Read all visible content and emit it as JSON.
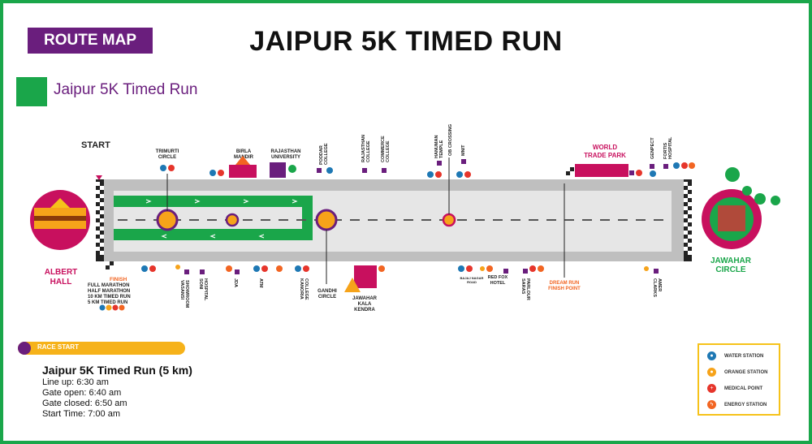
{
  "header": {
    "badge": "ROUTE MAP",
    "title": "JAIPUR 5K TIMED RUN"
  },
  "legend": {
    "label": "Jaipur 5K Timed Run",
    "color": "#1aa64a"
  },
  "colors": {
    "purple": "#6a1e7d",
    "green": "#1aa64a",
    "road": "#bfbfbf",
    "roadInner": "#e6e6e6",
    "magenta": "#c8105e",
    "marker": "#f6a31a",
    "orange": "#f26522"
  },
  "map": {
    "start": "START",
    "albert": [
      "ALBERT",
      "HALL"
    ],
    "jawahar": [
      "JAWAHAR",
      "CIRCLE"
    ],
    "finish": {
      "title": "FINISH",
      "lines": [
        "FULL MARATHON",
        "HALF MARATHON",
        "10 KM TIMED RUN",
        "5 KM TIMED RUN"
      ]
    },
    "dream": [
      "DREAM RUN",
      "FINISH POINT"
    ],
    "wtp": [
      "WORLD",
      "TRADE PARK"
    ],
    "trimurti": [
      "TRIMURTI",
      "CIRCLE"
    ],
    "birla": [
      "BIRLA",
      "MANDIR"
    ],
    "rajuni": [
      "RAJASTHAN",
      "UNIVERSITY"
    ],
    "podar": [
      "PODDAR",
      "COLLEGE"
    ],
    "rajcol": [
      "RAJASTHAN",
      "COLLEGE"
    ],
    "commerce": [
      "COMMERCE",
      "COLLEGE"
    ],
    "hanuman": [
      "HANUMAN",
      "TEMPLE"
    ],
    "ob": "OB CROSSING",
    "mnit": "MNIT",
    "genpect": "GENPECT",
    "fortis": [
      "FORTIS",
      "HOSPITAL"
    ],
    "vasansi": [
      "VASANSI",
      "SHOWROOM"
    ],
    "soni": [
      "SONI",
      "HOSPITAL"
    ],
    "jda": "JDA",
    "atm": "ATM",
    "kanoria": [
      "KANORIA",
      "COLLEGE"
    ],
    "gandhi": [
      "GANDHI",
      "CIRCLE"
    ],
    "jkk": [
      "JAWAHAR",
      "KALA",
      "KENDRA"
    ],
    "bajaj": [
      "BAJAJ NAGAR",
      "ROAD"
    ],
    "redfox": [
      "RED FOX",
      "HOTEL"
    ],
    "saras": [
      "SARAS",
      "PARLOUR"
    ],
    "clarks": [
      "CLARKS",
      "AMER"
    ]
  },
  "raceStart": {
    "label": "RACE START",
    "title": "Jaipur 5K Timed Run (5 km)",
    "lines": [
      "Line up: 6:30 am",
      "Gate open: 6:40 am",
      "Gate closed: 6:50 am",
      "Start Time: 7:00 am"
    ]
  },
  "key": {
    "items": [
      {
        "label": "WATER STATION",
        "color": "#1e78b4",
        "icon": "water-icon",
        "glyph": "●"
      },
      {
        "label": "ORANGE STATION",
        "color": "#f6a31a",
        "icon": "orange-icon",
        "glyph": "●"
      },
      {
        "label": "MEDICAL POINT",
        "color": "#e6352b",
        "icon": "medical-icon",
        "glyph": "+"
      },
      {
        "label": "ENERGY STATION",
        "color": "#f26522",
        "icon": "energy-icon",
        "glyph": "ϟ"
      }
    ]
  }
}
